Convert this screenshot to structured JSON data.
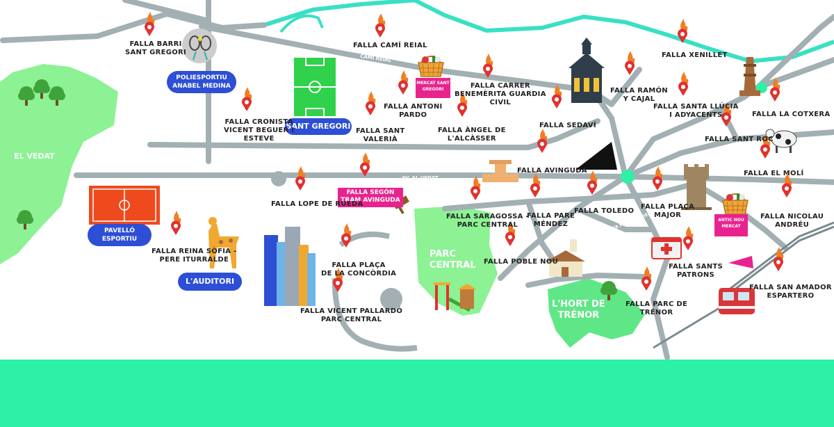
{
  "colors": {
    "road": "#a3b0b3",
    "river": "#39e0c4",
    "green_area": "#8cf294",
    "park": "#5fe787",
    "blue_label": "#2d4fd6",
    "pink_label": "#e8238e",
    "bottom_band": "#2ef0a6",
    "pin": "#e0322f",
    "flame": "#f07e24"
  },
  "areas": {
    "vedat": "EL VEDAT",
    "parc_central": "PARC\nCENTRAL",
    "hort_trenor": "L'HORT DE\nTRÉNOR"
  },
  "blue_labels": {
    "poliesportiu": "POLIESPORTIU\nANABEL MEDINA",
    "sant_gregori": "SANT GREGORI",
    "pavello": "PAVELLÓ\nESPORTIU",
    "auditori": "L'AUDITORI"
  },
  "pink_labels": {
    "mercat_sant_gregori": "MERCAT SANT\nGREGORI",
    "antic_nou_mercat": "ANTIC NOU\nMERCAT",
    "segon_tram": "FALLA SEGÓN\nTRAM AVINGUDA"
  },
  "roads": {
    "cami_reial": "CAMÍ REIAL",
    "av_vedat": "AV. AL VEDAT",
    "carrer_pare_mendez": "CARRER PARE MÉNDEZ"
  },
  "fallas": [
    {
      "id": "barri-sant-gregori",
      "label": "FALLA BARRI\nSANT GREGORI"
    },
    {
      "id": "cami-reial",
      "label": "FALLA CAMÍ REIAL"
    },
    {
      "id": "carrer-benemerita",
      "label": "FALLA CARRER\nBENEMÈRITA GUARDIA\nCIVIL"
    },
    {
      "id": "antoni-pardo",
      "label": "FALLA ANTONI\nPARDO"
    },
    {
      "id": "cronista",
      "label": "FALLA CRONISTA\nVICENT BEGUER I\nESTEVE"
    },
    {
      "id": "sant-valeria",
      "label": "FALLA SANT\nVALERIÀ"
    },
    {
      "id": "angel-alcasser",
      "label": "FALLA ÀNGEL DE\nL'ALCÀSSER"
    },
    {
      "id": "xenillet",
      "label": "FALLA XENILLET"
    },
    {
      "id": "ramon-cajal",
      "label": "FALLA RAMÓN\nY CAJAL"
    },
    {
      "id": "santa-llucia",
      "label": "FALLA SANTA LLÚCIA\nI ADYACENTS"
    },
    {
      "id": "sedavi",
      "label": "FALLA SEDAVÍ"
    },
    {
      "id": "la-cotxera",
      "label": "FALLA LA COTXERA"
    },
    {
      "id": "sant-roc",
      "label": "FALLA SANT ROC"
    },
    {
      "id": "avinguda",
      "label": "FALLA AVINGUDA"
    },
    {
      "id": "el-moli",
      "label": "FALLA EL MOLÍ"
    },
    {
      "id": "lope-rueda",
      "label": "FALLA LOPE DE RUEDA"
    },
    {
      "id": "saragossa",
      "label": "FALLA SARAGOSSA -\nPARC CENTRAL"
    },
    {
      "id": "pare-mendez",
      "label": "FALLA PARE\nMÉNDEZ"
    },
    {
      "id": "toledo",
      "label": "FALLA TOLEDO"
    },
    {
      "id": "placa-major",
      "label": "FALLA PLAÇA\nMAJOR"
    },
    {
      "id": "nicolau-andreu",
      "label": "FALLA NICOLAU\nANDRÉU"
    },
    {
      "id": "reina-sofia",
      "label": "FALLA REINA SÒFIA -\nPERE ITURRALDE"
    },
    {
      "id": "placa-concordia",
      "label": "FALLA PLAÇA\nDE LA CONCÒRDIA"
    },
    {
      "id": "poble-nou",
      "label": "FALLA POBLE NOU"
    },
    {
      "id": "sants-patrons",
      "label": "FALLA SANTS\nPATRONS"
    },
    {
      "id": "san-amador",
      "label": "FALLA SAN AMADOR\nESPARTERO"
    },
    {
      "id": "parc-trenor",
      "label": "FALLA PARC DE\nTRÉNOR"
    },
    {
      "id": "vicent-pallardo",
      "label": "FALLA VICENT PALLARDÓ\nPARC CENTRAL"
    }
  ],
  "icons": [
    "tennis-icon",
    "football-pitch-icon",
    "basket-icon",
    "church-icon",
    "lighthouse-tower-icon",
    "cow-icon",
    "fountain-icon",
    "gavel-icon",
    "basketball-court-icon",
    "giraffe-icon",
    "buildings-icon",
    "playground-icon",
    "chapel-icon",
    "tree-icon",
    "first-aid-icon",
    "castle-tower-icon",
    "tram-icon"
  ]
}
